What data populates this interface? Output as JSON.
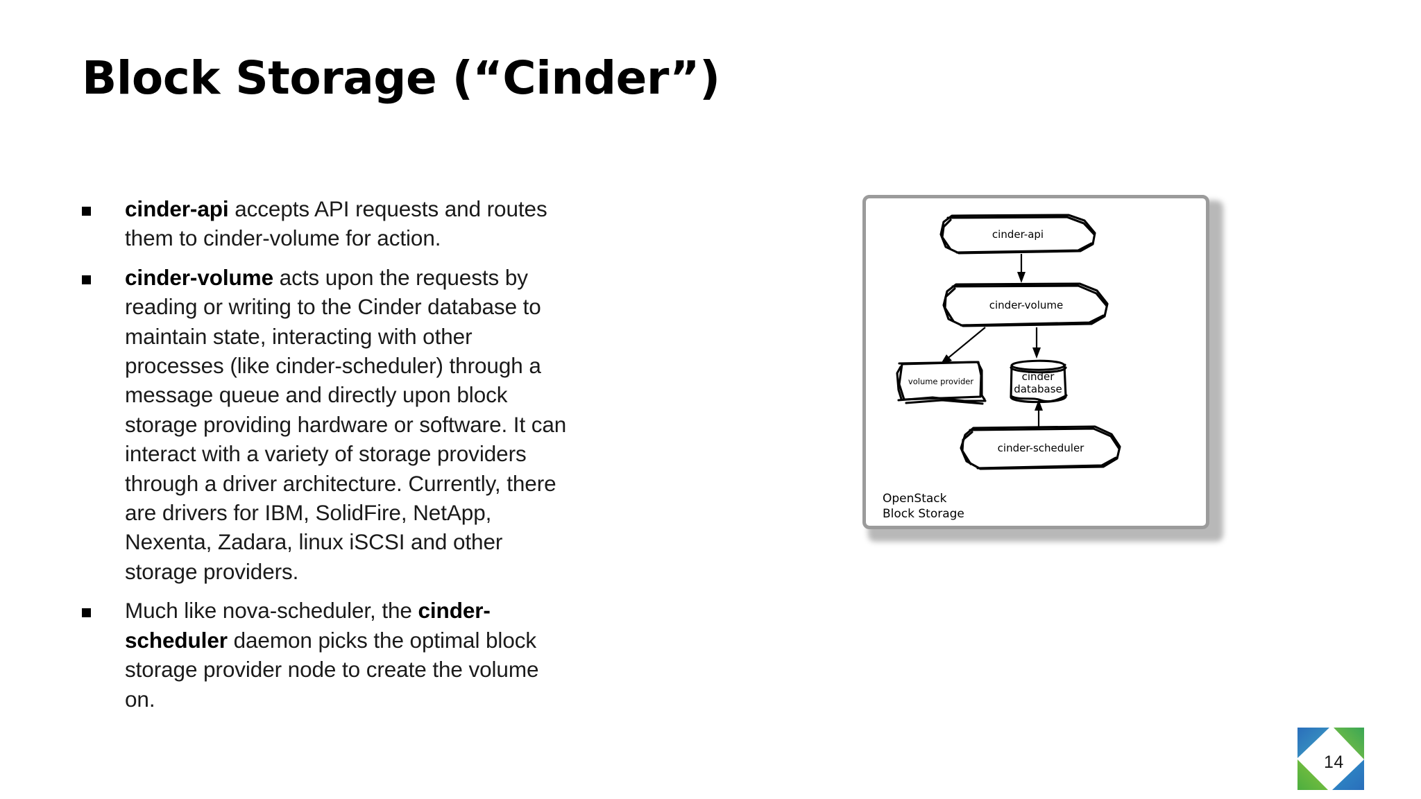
{
  "slide": {
    "title": "Block Storage (“Cinder”)",
    "page_number": "14",
    "background_color": "#ffffff",
    "text_color": "#1a1a1a"
  },
  "bullets": [
    {
      "marker": "square-bullet",
      "lead": "cinder-api",
      "rest": " accepts API requests and routes them to cinder-volume for action."
    },
    {
      "marker": "square-bullet",
      "lead": "cinder-volume",
      "rest": " acts upon the requests by reading or writing to the Cinder database to maintain state, interacting with other processes (like cinder-scheduler) through a message queue and directly upon block storage providing hardware or software. It can interact with a variety of storage providers through a driver architecture. Currently, there are drivers for IBM, SolidFire, NetApp, Nexenta, Zadara, linux iSCSI and other storage providers."
    },
    {
      "marker": "square-bullet",
      "prefix": "Much like nova-scheduler, the ",
      "lead": "cinder-scheduler",
      "rest": " daemon picks the optimal block storage provider node to create the volume on."
    }
  ],
  "diagram": {
    "caption_line1": "OpenStack",
    "caption_line2": "Block Storage",
    "style": "hand-drawn-sketch",
    "frame_color": "#9b9b9b",
    "nodes": [
      {
        "id": "cinder-api",
        "label": "cinder-api",
        "shape": "rounded-box"
      },
      {
        "id": "cinder-volume",
        "label": "cinder-volume",
        "shape": "rounded-box"
      },
      {
        "id": "volume-provider",
        "label": "volume provider",
        "shape": "rectangle"
      },
      {
        "id": "cinder-database",
        "label_line1": "cinder",
        "label_line2": "database",
        "shape": "cylinder"
      },
      {
        "id": "cinder-scheduler",
        "label": "cinder-scheduler",
        "shape": "rounded-box"
      }
    ],
    "edges": [
      {
        "from": "cinder-api",
        "to": "cinder-volume"
      },
      {
        "from": "cinder-volume",
        "to": "volume-provider"
      },
      {
        "from": "cinder-volume",
        "to": "cinder-database"
      },
      {
        "from": "cinder-scheduler",
        "to": "cinder-database"
      }
    ]
  },
  "logo": {
    "name": "pinwheel-logo",
    "colors": {
      "blue": "#1b75bb",
      "blue_dark": "#2a6ebb",
      "green": "#4cae3f",
      "green_light": "#8cc63f",
      "teal": "#3aa6a0"
    }
  }
}
